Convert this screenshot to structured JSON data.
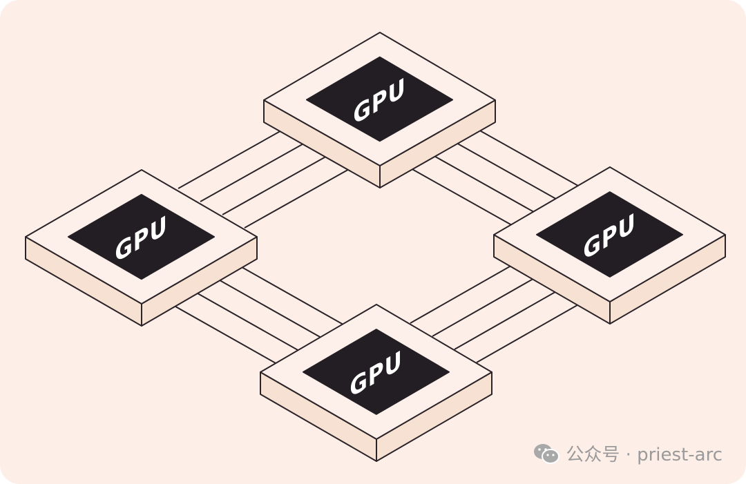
{
  "colors": {
    "background": "#fdeee8",
    "chip_top": "#fdf0ea",
    "chip_side": "#f7e1d2",
    "die": "#231e24",
    "stroke": "#2a2327",
    "label": "#ffffff",
    "watermark": "#9a9a9a"
  },
  "gpus": [
    {
      "id": "top",
      "label": "GPU"
    },
    {
      "id": "left",
      "label": "GPU"
    },
    {
      "id": "right",
      "label": "GPU"
    },
    {
      "id": "bottom",
      "label": "GPU"
    }
  ],
  "links": [
    {
      "from": "left",
      "to": "top",
      "lanes": 4
    },
    {
      "from": "top",
      "to": "right",
      "lanes": 4
    },
    {
      "from": "left",
      "to": "bottom",
      "lanes": 4
    },
    {
      "from": "bottom",
      "to": "right",
      "lanes": 4
    }
  ],
  "watermark": {
    "icon": "wechat-icon",
    "text": "公众号 · priest-arc"
  }
}
